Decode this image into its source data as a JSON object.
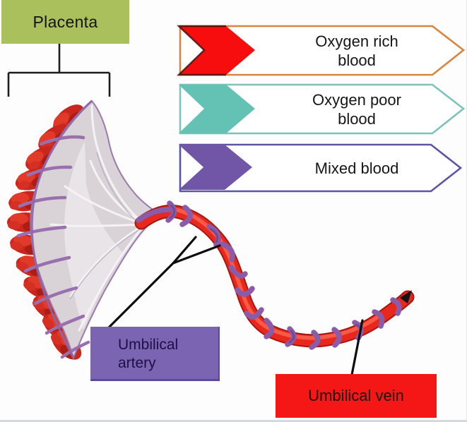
{
  "title": "Placenta and umbilical cord blood-flow diagram",
  "colors": {
    "placenta-green": "#a9c05c",
    "artery-purple": "#7b64b1",
    "vein-red": "#f51616",
    "cord-red": "#e8281c",
    "cord-purple": "#8a5ba8",
    "villi-red": "#c9271d",
    "fan-gray": "#d9d3d8"
  },
  "placenta_label": {
    "text": "Placenta"
  },
  "legend": {
    "items": [
      {
        "label": "Oxygen rich blood",
        "icon": "chevron-right",
        "chevron_color": "#f70d0d",
        "chevron_stroke": "#401410",
        "outline_color": "#d9853f"
      },
      {
        "label": "Oxygen poor blood",
        "icon": "chevron-right",
        "chevron_color": "#63c2b4",
        "chevron_stroke": "#63c2b4",
        "outline_color": "#7cc4bb"
      },
      {
        "label": "Mixed blood",
        "icon": "chevron-right",
        "chevron_color": "#7156a8",
        "chevron_stroke": "#7156a8",
        "outline_color": "#5c55a5"
      }
    ]
  },
  "callouts": {
    "artery": {
      "text": "Umbilical artery",
      "bg": "#7b64b1",
      "text_color": "#1c1045"
    },
    "vein": {
      "text": "Umbilical vein",
      "bg": "#f51616",
      "text_color": "#1c1414"
    }
  },
  "illustration_parts": {
    "placenta": "placenta with red chorionic villi",
    "cord": "twisted umbilical cord (red vein, purple arteries)",
    "arrow": "flow arrowhead at fetal end of cord"
  }
}
